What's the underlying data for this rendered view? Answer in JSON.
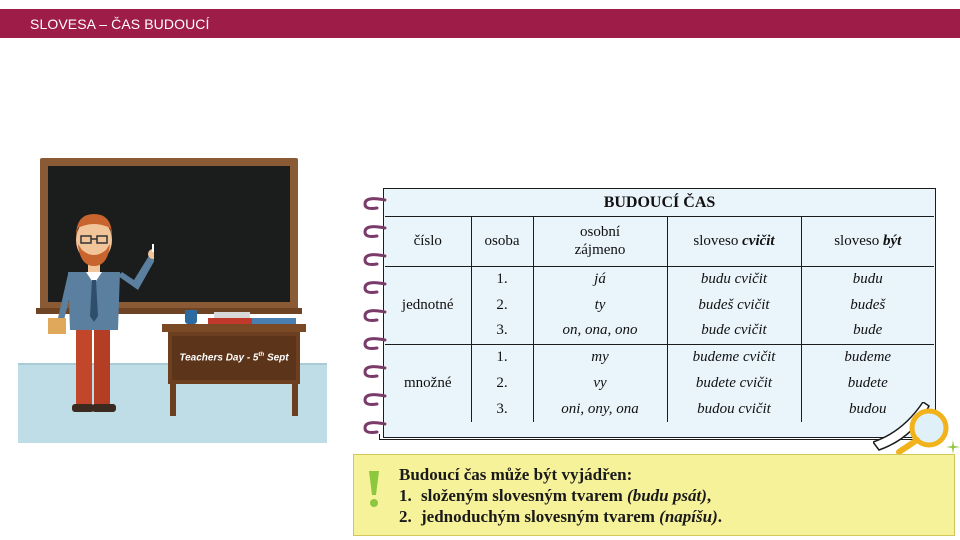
{
  "header": {
    "title": "SLOVESA – ČAS BUDOUCÍ"
  },
  "illustration": {
    "desk_text": "Teachers Day - 5th Sept"
  },
  "table": {
    "caption": "BUDOUCÍ ČAS",
    "columns": {
      "cislo": "číslo",
      "osoba": "osoba",
      "zajmeno_1": "osobní",
      "zajmeno_2": "zájmeno",
      "cvicit_prefix": "sloveso ",
      "cvicit_verb": "cvičit",
      "byt_prefix": "sloveso ",
      "byt_verb": "být"
    },
    "groups": [
      {
        "label": "jednotné",
        "rows": [
          {
            "osoba": "1.",
            "zajmeno": "já",
            "cvicit": "budu cvičit",
            "byt": "budu"
          },
          {
            "osoba": "2.",
            "zajmeno": "ty",
            "cvicit": "budeš cvičit",
            "byt": "budeš"
          },
          {
            "osoba": "3.",
            "zajmeno": "on, ona, ono",
            "cvicit": "bude cvičit",
            "byt": "bude"
          }
        ]
      },
      {
        "label": "množné",
        "rows": [
          {
            "osoba": "1.",
            "zajmeno": "my",
            "cvicit": "budeme cvičit",
            "byt": "budeme"
          },
          {
            "osoba": "2.",
            "zajmeno": "vy",
            "cvicit": "budete cvičit",
            "byt": "budete"
          },
          {
            "osoba": "3.",
            "zajmeno": "oni, ony, ona",
            "cvicit": "budou cvičit",
            "byt": "budou"
          }
        ]
      }
    ]
  },
  "note": {
    "heading": "Budoucí čas může být vyjádřen:",
    "items": [
      {
        "num": "1.",
        "text": "složeným slovesným tvarem ",
        "example": "(budu psát)",
        "tail": ","
      },
      {
        "num": "2.",
        "text": "jednoduchým slovesným tvarem ",
        "example": "(napíšu)",
        "tail": "."
      }
    ]
  },
  "colors": {
    "header": "#9e1c48",
    "note_bg": "#f6f29a",
    "paper": "#eaf4fb",
    "exclamation": "#8dc63f"
  }
}
